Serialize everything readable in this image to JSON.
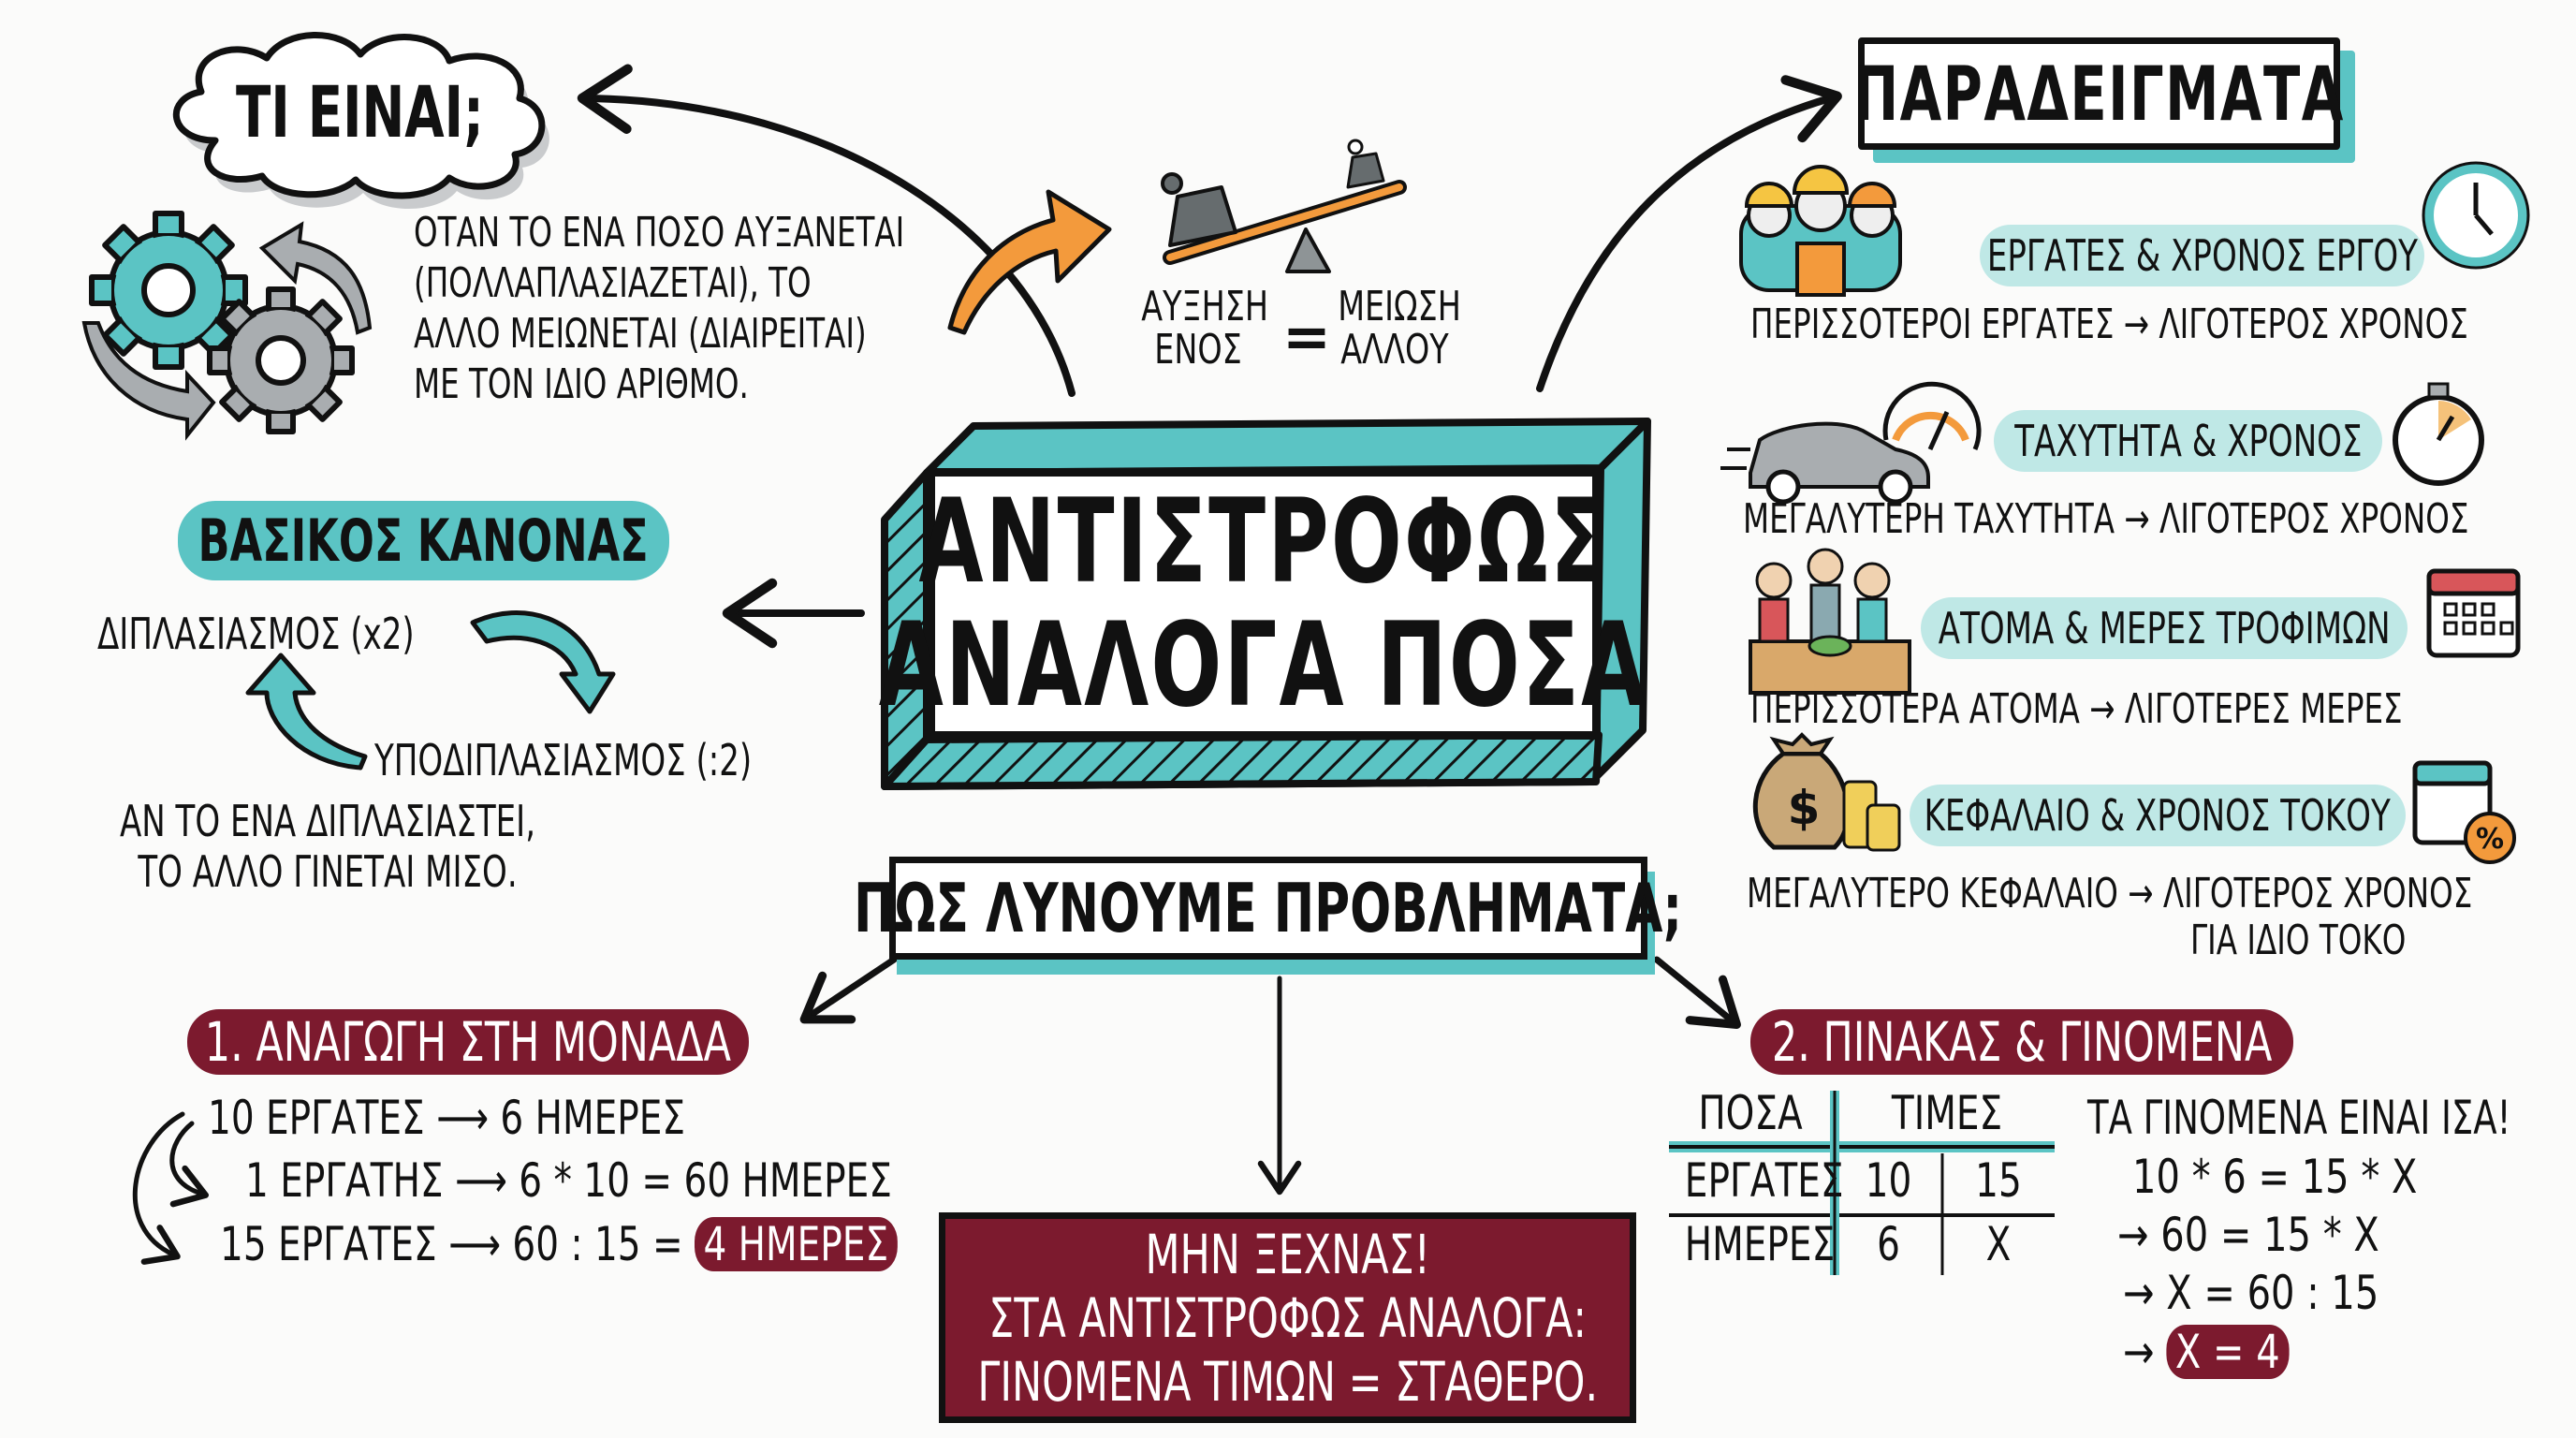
{
  "colors": {
    "teal": "#5bc4c4",
    "light_teal": "#bfe8e6",
    "maroon": "#7c1a2e",
    "orange": "#f39a3c",
    "gray": "#9ea3a6",
    "ink": "#111111"
  },
  "central": {
    "line1": "ΑΝΤΙΣΤΡΟΦΩΣ",
    "line2": "ΑΝΑΛΟΓΑ ΠΟΣΑ"
  },
  "what_is": {
    "title": "ΤΙ ΕΙΝΑΙ;",
    "icon": "gears-icon",
    "definition": [
      "ΟΤΑΝ ΤΟ ΕΝΑ ΠΟΣΟ ΑΥΞΑΝΕΤΑΙ",
      "(ΠΟΛΛΑΠΛΑΣΙΑΖΕΤΑΙ), ΤΟ",
      "ΑΛΛΟ ΜΕΙΩΝΕΤΑΙ (ΔΙΑΙΡΕΙΤΑΙ)",
      "ΜΕ ΤΟΝ ΙΔΙΟ ΑΡΙΘΜΟ."
    ]
  },
  "seesaw": {
    "icon": "seesaw-icon",
    "left": [
      "ΑΥΞΗΣΗ",
      "ΕΝΟΣ"
    ],
    "equals": "=",
    "right": [
      "ΜΕΙΩΣΗ",
      "ΑΛΛΟΥ"
    ]
  },
  "basic_rule": {
    "title": "ΒΑΣΙΚΟΣ ΚΑΝΟΝΑΣ",
    "double": "ΔΙΠΛΑΣΙΑΣΜΟΣ (x2)",
    "halve": "ΥΠΟΔΙΠΛΑΣΙΑΣΜΟΣ (:2)",
    "note": [
      "ΑΝ ΤΟ ΕΝΑ ΔΙΠΛΑΣΙΑΣΤΕΙ,",
      "ΤΟ ΑΛΛΟ ΓΙΝΕΤΑΙ ΜΙΣΟ."
    ]
  },
  "examples": {
    "title": "ΠΑΡΑΔΕΙΓΜΑΤΑ",
    "items": [
      {
        "label": "ΕΡΓΑΤΕΣ & ΧΡΟΝΟΣ ΕΡΓΟΥ",
        "desc": [
          "ΠΕΡΙΣΣΟΤΕΡΟΙ ΕΡΓΑΤΕΣ → ΛΙΓΟΤΕΡΟΣ ΧΡΟΝΟΣ"
        ],
        "left_icon": "workers-icon",
        "right_icon": "clock-icon"
      },
      {
        "label": "ΤΑΧΥΤΗΤΑ & ΧΡΟΝΟΣ",
        "desc": [
          "ΜΕΓΑΛΥΤΕΡΗ ΤΑΧΥΤΗΤΑ → ΛΙΓΟΤΕΡΟΣ ΧΡΟΝΟΣ"
        ],
        "left_icon": "car-speedometer-icon",
        "right_icon": "stopwatch-icon"
      },
      {
        "label": "ΑΤΟΜΑ & ΜΕΡΕΣ ΤΡΟΦΙΜΩΝ",
        "desc": [
          "ΠΕΡΙΣΣΟΤΕΡΑ ΑΤΟΜΑ → ΛΙΓΟΤΕΡΕΣ ΜΕΡΕΣ"
        ],
        "left_icon": "people-table-icon",
        "right_icon": "calendar-icon"
      },
      {
        "label": "ΚΕΦΑΛΑΙΟ & ΧΡΟΝΟΣ ΤΟΚΟΥ",
        "desc": [
          "ΜΕΓΑΛΥΤΕΡΟ ΚΕΦΑΛΑΙΟ → ΛΙΓΟΤΕΡΟΣ ΧΡΟΝΟΣ",
          "ΓΙΑ ΙΔΙΟ ΤΟΚΟ"
        ],
        "left_icon": "money-bag-icon",
        "right_icon": "calendar-percent-icon"
      }
    ]
  },
  "how_to_solve": {
    "title": "ΠΩΣ ΛΥΝΟΥΜΕ ΠΡΟΒΛΗΜΑΤΑ;"
  },
  "method1": {
    "title": "1. ΑΝΑΓΩΓΗ ΣΤΗ ΜΟΝΑΔΑ",
    "lines": [
      {
        "left": "10 ΕΡΓΑΤΕΣ",
        "arrow": "⟶",
        "right": "6 ΗΜΕΡΕΣ"
      },
      {
        "left": "1 ΕΡΓΑΤΗΣ",
        "arrow": "⟶",
        "right": "6 * 10 = 60 ΗΜΕΡΕΣ"
      },
      {
        "left": "15 ΕΡΓΑΤΕΣ",
        "arrow": "⟶",
        "right": "60 : 15 =",
        "highlight": "4 ΗΜΕΡΕΣ"
      }
    ]
  },
  "remember": {
    "lines": [
      "ΜΗΝ ΞΕΧΝΑΣ!",
      "ΣΤΑ ΑΝΤΙΣΤΡΟΦΩΣ ΑΝΑΛΟΓΑ:",
      "ΓΙΝΟΜΕΝΑ ΤΙΜΩΝ = ΣΤΑΘΕΡΟ."
    ]
  },
  "method2": {
    "title": "2. ΠΙΝΑΚΑΣ & ΓΙΝΟΜΕΝΑ",
    "table": {
      "headers": [
        "ΠΟΣΑ",
        "ΤΙΜΕΣ"
      ],
      "rows": [
        [
          "ΕΡΓΑΤΕΣ",
          "10",
          "15"
        ],
        [
          "ΗΜΕΡΕΣ",
          "6",
          "X"
        ]
      ]
    },
    "equation_title": "ΤΑ ΓΙΝΟΜΕΝΑ ΕΙΝΑΙ ΙΣΑ!",
    "equations": [
      {
        "arrow": "",
        "text": "10 * 6 = 15 * X"
      },
      {
        "arrow": "→",
        "text": "60 = 15 * X"
      },
      {
        "arrow": "→",
        "text": "X = 60 : 15"
      },
      {
        "arrow": "→",
        "text": "",
        "highlight": "X = 4"
      }
    ]
  }
}
